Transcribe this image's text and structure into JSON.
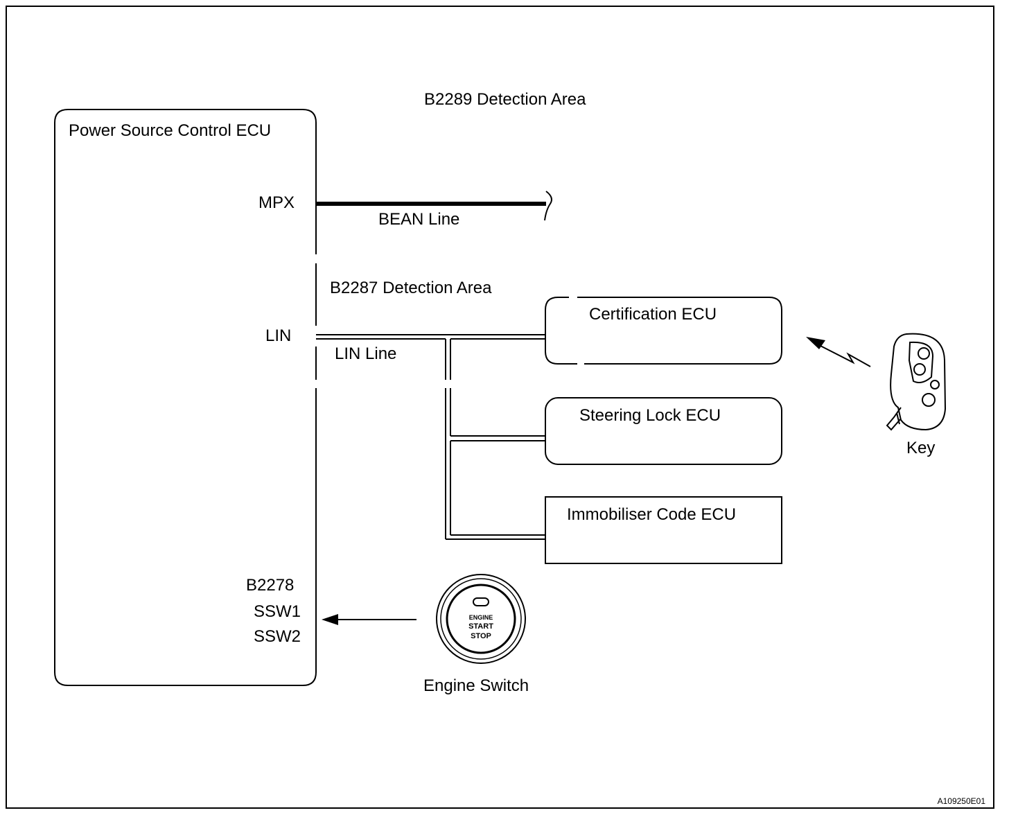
{
  "labels": {
    "b2289_area": "B2289 Detection Area",
    "b2287_area": "B2287 Detection Area",
    "power_ecu": "Power Source Control ECU",
    "mpx": "MPX",
    "bean_line": "BEAN Line",
    "lin": "LIN",
    "lin_line": "LIN Line",
    "certification_ecu": "Certification ECU",
    "steering_lock_ecu": "Steering Lock ECU",
    "immobiliser_ecu": "Immobiliser Code ECU",
    "b2278": "B2278",
    "ssw1": "SSW1",
    "ssw2": "SSW2",
    "engine_switch": "Engine Switch",
    "key": "Key",
    "figure_id": "A109250E01"
  },
  "engine_button": {
    "line1": "ENGINE",
    "line2": "START",
    "line3": "STOP"
  },
  "icons": {
    "engine_switch": "engine-start-stop-button-icon",
    "key": "smart-key-fob-icon",
    "signal": "wireless-signal-arrow-icon"
  }
}
